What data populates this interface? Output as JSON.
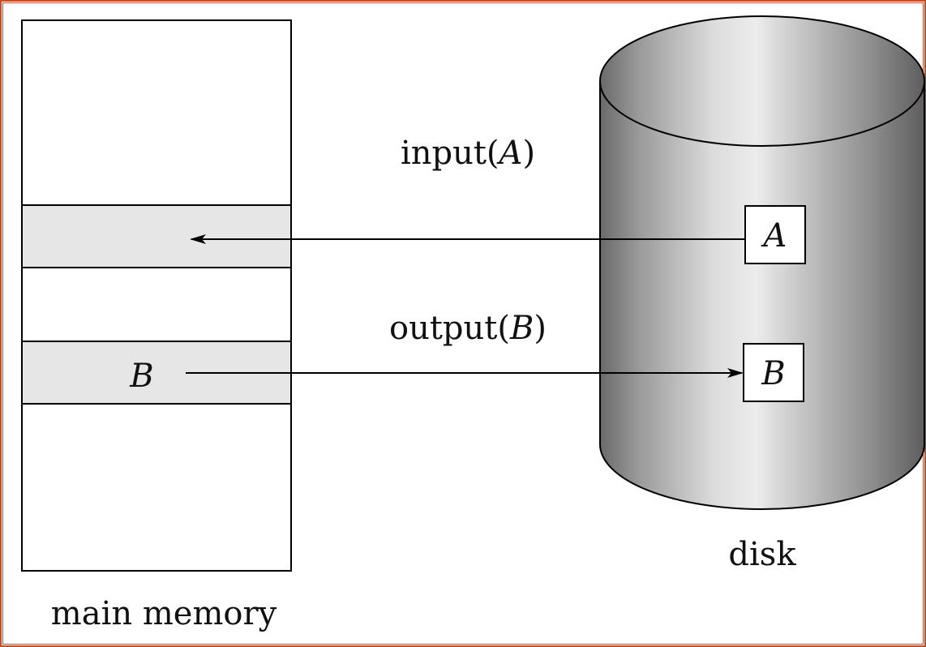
{
  "diagram": {
    "memory_label": "main memory",
    "disk_label": "disk",
    "input_op": {
      "prefix": "input(",
      "var": "A",
      "suffix": ")"
    },
    "output_op": {
      "prefix": "output(",
      "var": "B",
      "suffix": ")"
    },
    "memory_block_b": "B",
    "disk_block_a": "A",
    "disk_block_b": "B"
  },
  "colors": {
    "frame": "#c0502b",
    "buffer_fill": "#e6e6e6",
    "line": "#000000"
  }
}
